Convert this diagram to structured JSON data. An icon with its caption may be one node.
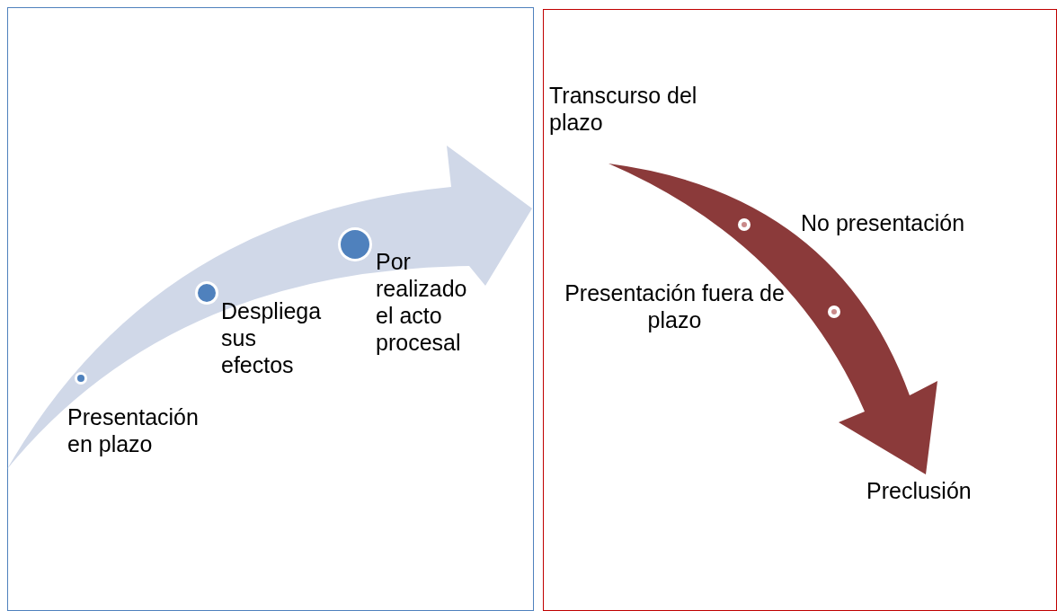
{
  "diagram": {
    "nodes": [
      {
        "text": [
          "Presentación en plazo",
          "Despliega sus efectos",
          "Por realizado el acto procesal"
        ]
      },
      {
        "text": [
          "Transcurso del plazo",
          "No presentación",
          "Presentación fuera de plazo",
          "Preclusión"
        ]
      }
    ]
  }
}
